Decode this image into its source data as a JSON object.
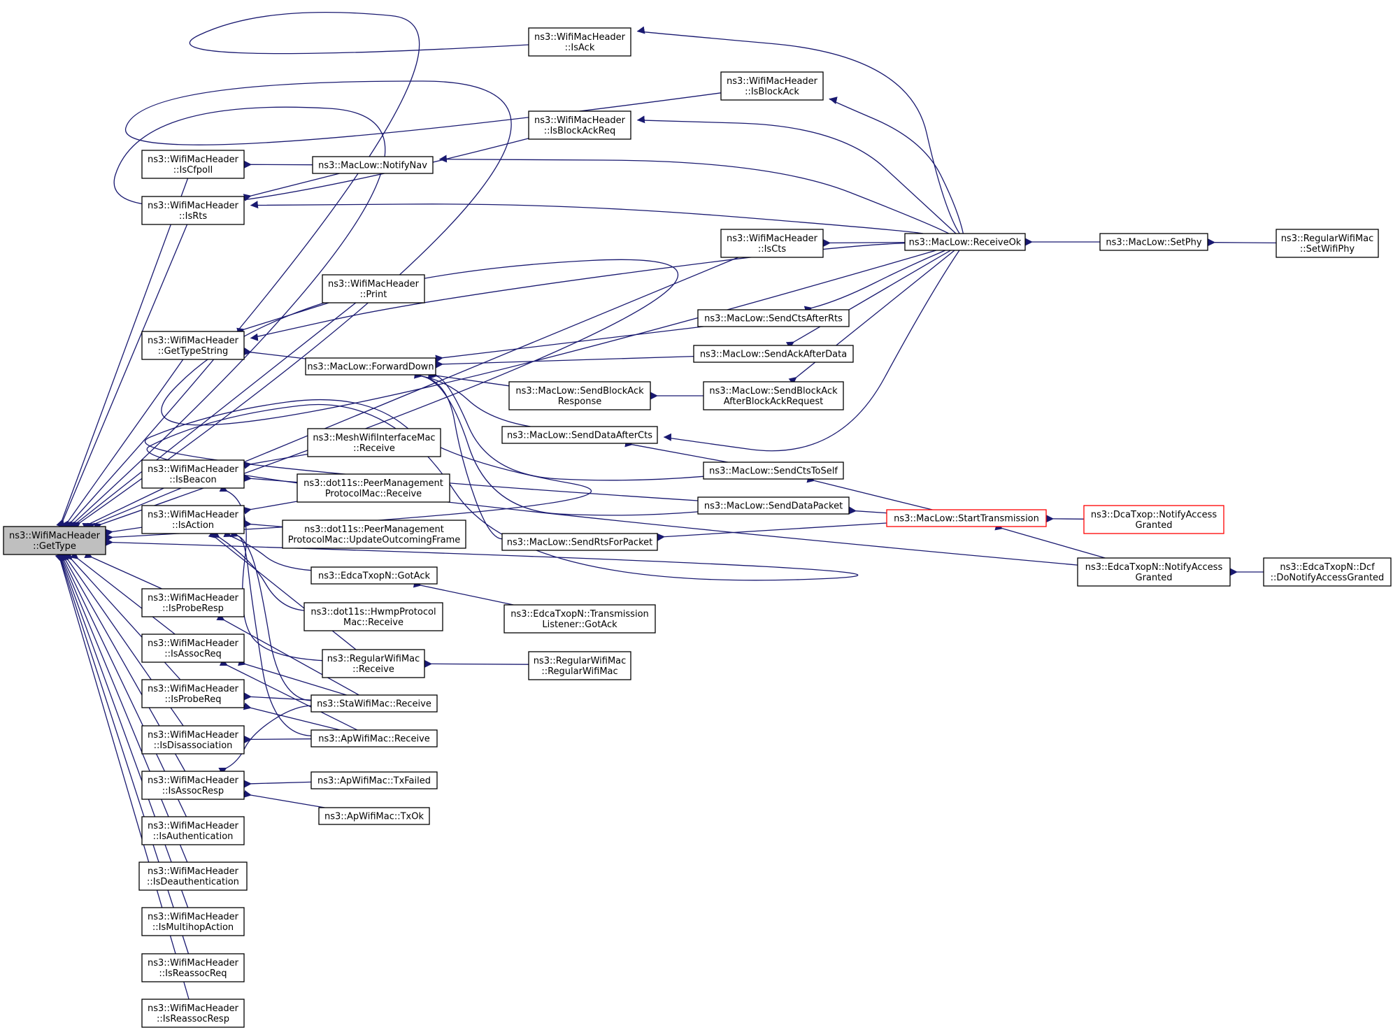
{
  "graph": {
    "edge_color": "#191970",
    "root_fill": "#bfbfbf",
    "truncated_border": "#ff0000",
    "nodes": [
      {
        "id": "gettype",
        "lines": [
          "ns3::WifiMacHeader",
          "::GetType"
        ],
        "style": "root"
      },
      {
        "id": "isack",
        "lines": [
          "ns3::WifiMacHeader",
          "::IsAck"
        ]
      },
      {
        "id": "isblockack",
        "lines": [
          "ns3::WifiMacHeader",
          "::IsBlockAck"
        ]
      },
      {
        "id": "isblockackreq",
        "lines": [
          "ns3::WifiMacHeader",
          "::IsBlockAckReq"
        ]
      },
      {
        "id": "iscfpoll",
        "lines": [
          "ns3::WifiMacHeader",
          "::IsCfpoll"
        ]
      },
      {
        "id": "notifynav",
        "lines": [
          "ns3::MacLow::NotifyNav"
        ]
      },
      {
        "id": "isrts",
        "lines": [
          "ns3::WifiMacHeader",
          "::IsRts"
        ]
      },
      {
        "id": "iscts",
        "lines": [
          "ns3::WifiMacHeader",
          "::IsCts"
        ]
      },
      {
        "id": "receiveok",
        "lines": [
          "ns3::MacLow::ReceiveOk"
        ]
      },
      {
        "id": "setphy",
        "lines": [
          "ns3::MacLow::SetPhy"
        ]
      },
      {
        "id": "setwifiphy",
        "lines": [
          "ns3::RegularWifiMac",
          "::SetWifiPhy"
        ]
      },
      {
        "id": "print",
        "lines": [
          "ns3::WifiMacHeader",
          "::Print"
        ]
      },
      {
        "id": "gettypestring",
        "lines": [
          "ns3::WifiMacHeader",
          "::GetTypeString"
        ]
      },
      {
        "id": "sendctsafterrts",
        "lines": [
          "ns3::MacLow::SendCtsAfterRts"
        ]
      },
      {
        "id": "forwarddown",
        "lines": [
          "ns3::MacLow::ForwardDown"
        ]
      },
      {
        "id": "sendackafterdata",
        "lines": [
          "ns3::MacLow::SendAckAfterData"
        ]
      },
      {
        "id": "sendblockackresponse",
        "lines": [
          "ns3::MacLow::SendBlockAck",
          "Response"
        ]
      },
      {
        "id": "sendblockackafter",
        "lines": [
          "ns3::MacLow::SendBlockAck",
          "AfterBlockAckRequest"
        ]
      },
      {
        "id": "senddataafterctsnode",
        "lines": [
          "ns3::MacLow::SendDataAfterCts"
        ]
      },
      {
        "id": "meshreceive",
        "lines": [
          "ns3::MeshWifiInterfaceMac",
          "::Receive"
        ]
      },
      {
        "id": "isbeacon",
        "lines": [
          "ns3::WifiMacHeader",
          "::IsBeacon"
        ]
      },
      {
        "id": "sendctstoself",
        "lines": [
          "ns3::MacLow::SendCtsToSelf"
        ]
      },
      {
        "id": "peerreceive",
        "lines": [
          "ns3::dot11s::PeerManagement",
          "ProtocolMac::Receive"
        ]
      },
      {
        "id": "senddatapacket",
        "lines": [
          "ns3::MacLow::SendDataPacket"
        ]
      },
      {
        "id": "starttransmission",
        "lines": [
          "ns3::MacLow::StartTransmission"
        ],
        "style": "truncated"
      },
      {
        "id": "dcanotify",
        "lines": [
          "ns3::DcaTxop::NotifyAccess",
          "Granted"
        ],
        "style": "truncated"
      },
      {
        "id": "isaction",
        "lines": [
          "ns3::WifiMacHeader",
          "::IsAction"
        ]
      },
      {
        "id": "peerupdate",
        "lines": [
          "ns3::dot11s::PeerManagement",
          "ProtocolMac::UpdateOutcomingFrame"
        ]
      },
      {
        "id": "sendrtsforpacket",
        "lines": [
          "ns3::MacLow::SendRtsForPacket"
        ]
      },
      {
        "id": "edcanotify",
        "lines": [
          "ns3::EdcaTxopN::NotifyAccess",
          "Granted"
        ]
      },
      {
        "id": "dcfnotify",
        "lines": [
          "ns3::EdcaTxopN::Dcf",
          "::DoNotifyAccessGranted"
        ]
      },
      {
        "id": "gotack",
        "lines": [
          "ns3::EdcaTxopN::GotAck"
        ]
      },
      {
        "id": "isproberesp",
        "lines": [
          "ns3::WifiMacHeader",
          "::IsProbeResp"
        ]
      },
      {
        "id": "hwmpreceive",
        "lines": [
          "ns3::dot11s::HwmpProtocol",
          "Mac::Receive"
        ]
      },
      {
        "id": "translistener",
        "lines": [
          "ns3::EdcaTxopN::Transmission",
          "Listener::GotAck"
        ]
      },
      {
        "id": "isassocreq",
        "lines": [
          "ns3::WifiMacHeader",
          "::IsAssocReq"
        ]
      },
      {
        "id": "regularreceive",
        "lines": [
          "ns3::RegularWifiMac",
          "::Receive"
        ]
      },
      {
        "id": "regularctor",
        "lines": [
          "ns3::RegularWifiMac",
          "::RegularWifiMac"
        ]
      },
      {
        "id": "isprobereq",
        "lines": [
          "ns3::WifiMacHeader",
          "::IsProbeReq"
        ]
      },
      {
        "id": "stareceive",
        "lines": [
          "ns3::StaWifiMac::Receive"
        ]
      },
      {
        "id": "isdisassociation",
        "lines": [
          "ns3::WifiMacHeader",
          "::IsDisassociation"
        ]
      },
      {
        "id": "apreceive",
        "lines": [
          "ns3::ApWifiMac::Receive"
        ]
      },
      {
        "id": "isassocresp",
        "lines": [
          "ns3::WifiMacHeader",
          "::IsAssocResp"
        ]
      },
      {
        "id": "txfailed",
        "lines": [
          "ns3::ApWifiMac::TxFailed"
        ]
      },
      {
        "id": "txok",
        "lines": [
          "ns3::ApWifiMac::TxOk"
        ]
      },
      {
        "id": "isauthentication",
        "lines": [
          "ns3::WifiMacHeader",
          "::IsAuthentication"
        ]
      },
      {
        "id": "isdeauthentication",
        "lines": [
          "ns3::WifiMacHeader",
          "::IsDeauthentication"
        ]
      },
      {
        "id": "ismultihopaction",
        "lines": [
          "ns3::WifiMacHeader",
          "::IsMultihopAction"
        ]
      },
      {
        "id": "isreassocreq",
        "lines": [
          "ns3::WifiMacHeader",
          "::IsReassocReq"
        ]
      },
      {
        "id": "isreassocresp",
        "lines": [
          "ns3::WifiMacHeader",
          "::IsReassocResp"
        ]
      }
    ],
    "edges": [
      [
        "isack",
        "gettype"
      ],
      [
        "isblockack",
        "gettype"
      ],
      [
        "isblockackreq",
        "gettype"
      ],
      [
        "iscfpoll",
        "gettype"
      ],
      [
        "isrts",
        "gettype"
      ],
      [
        "iscts",
        "gettype"
      ],
      [
        "print",
        "gettype"
      ],
      [
        "gettypestring",
        "gettype"
      ],
      [
        "isbeacon",
        "gettype"
      ],
      [
        "isaction",
        "gettype"
      ],
      [
        "isproberesp",
        "gettype"
      ],
      [
        "isassocreq",
        "gettype"
      ],
      [
        "isprobereq",
        "gettype"
      ],
      [
        "isdisassociation",
        "gettype"
      ],
      [
        "isassocresp",
        "gettype"
      ],
      [
        "isauthentication",
        "gettype"
      ],
      [
        "isdeauthentication",
        "gettype"
      ],
      [
        "ismultihopaction",
        "gettype"
      ],
      [
        "isreassocreq",
        "gettype"
      ],
      [
        "isreassocresp",
        "gettype"
      ],
      [
        "receiveok",
        "gettype"
      ],
      [
        "senddatapacket",
        "gettype"
      ],
      [
        "edcanotify",
        "gettype"
      ],
      [
        "receiveok",
        "isack"
      ],
      [
        "receiveok",
        "isblockack"
      ],
      [
        "receiveok",
        "isblockackreq"
      ],
      [
        "notifynav",
        "iscfpoll"
      ],
      [
        "receiveok",
        "notifynav"
      ],
      [
        "notifynav",
        "isrts"
      ],
      [
        "receiveok",
        "isrts"
      ],
      [
        "receiveok",
        "iscts"
      ],
      [
        "setphy",
        "receiveok"
      ],
      [
        "setwifiphy",
        "setphy"
      ],
      [
        "print",
        "gettypestring"
      ],
      [
        "forwarddown",
        "gettypestring"
      ],
      [
        "receiveok",
        "gettypestring"
      ],
      [
        "receiveok",
        "sendctsafterrts"
      ],
      [
        "sendctsafterrts",
        "forwarddown"
      ],
      [
        "sendackafterdata",
        "forwarddown"
      ],
      [
        "receiveok",
        "sendackafterdata"
      ],
      [
        "sendblockackresponse",
        "forwarddown"
      ],
      [
        "sendblockackafter",
        "sendblockackresponse"
      ],
      [
        "receiveok",
        "sendblockackafter"
      ],
      [
        "senddataafterctsnode",
        "forwarddown"
      ],
      [
        "receiveok",
        "senddataafterctsnode"
      ],
      [
        "sendctstoself",
        "forwarddown"
      ],
      [
        "sendctstoself",
        "senddataafterctsnode"
      ],
      [
        "starttransmission",
        "sendctstoself"
      ],
      [
        "senddatapacket",
        "forwarddown"
      ],
      [
        "starttransmission",
        "senddatapacket"
      ],
      [
        "sendrtsforpacket",
        "forwarddown"
      ],
      [
        "starttransmission",
        "sendrtsforpacket"
      ],
      [
        "dcanotify",
        "starttransmission"
      ],
      [
        "edcanotify",
        "starttransmission"
      ],
      [
        "dcfnotify",
        "edcanotify"
      ],
      [
        "meshreceive",
        "isbeacon"
      ],
      [
        "peerreceive",
        "isbeacon"
      ],
      [
        "regularreceive",
        "isbeacon"
      ],
      [
        "peerreceive",
        "isaction"
      ],
      [
        "peerupdate",
        "isaction"
      ],
      [
        "gotack",
        "isaction"
      ],
      [
        "hwmpreceive",
        "isaction"
      ],
      [
        "regularreceive",
        "isaction"
      ],
      [
        "stareceive",
        "isaction"
      ],
      [
        "apreceive",
        "isaction"
      ],
      [
        "translistener",
        "gotack"
      ],
      [
        "regularctor",
        "regularreceive"
      ],
      [
        "stareceive",
        "isproberesp"
      ],
      [
        "stareceive",
        "isassocreq"
      ],
      [
        "apreceive",
        "isassocreq"
      ],
      [
        "stareceive",
        "isprobereq"
      ],
      [
        "apreceive",
        "isprobereq"
      ],
      [
        "apreceive",
        "isdisassociation"
      ],
      [
        "stareceive",
        "isassocresp"
      ],
      [
        "txfailed",
        "isassocresp"
      ],
      [
        "txok",
        "isassocresp"
      ]
    ]
  }
}
